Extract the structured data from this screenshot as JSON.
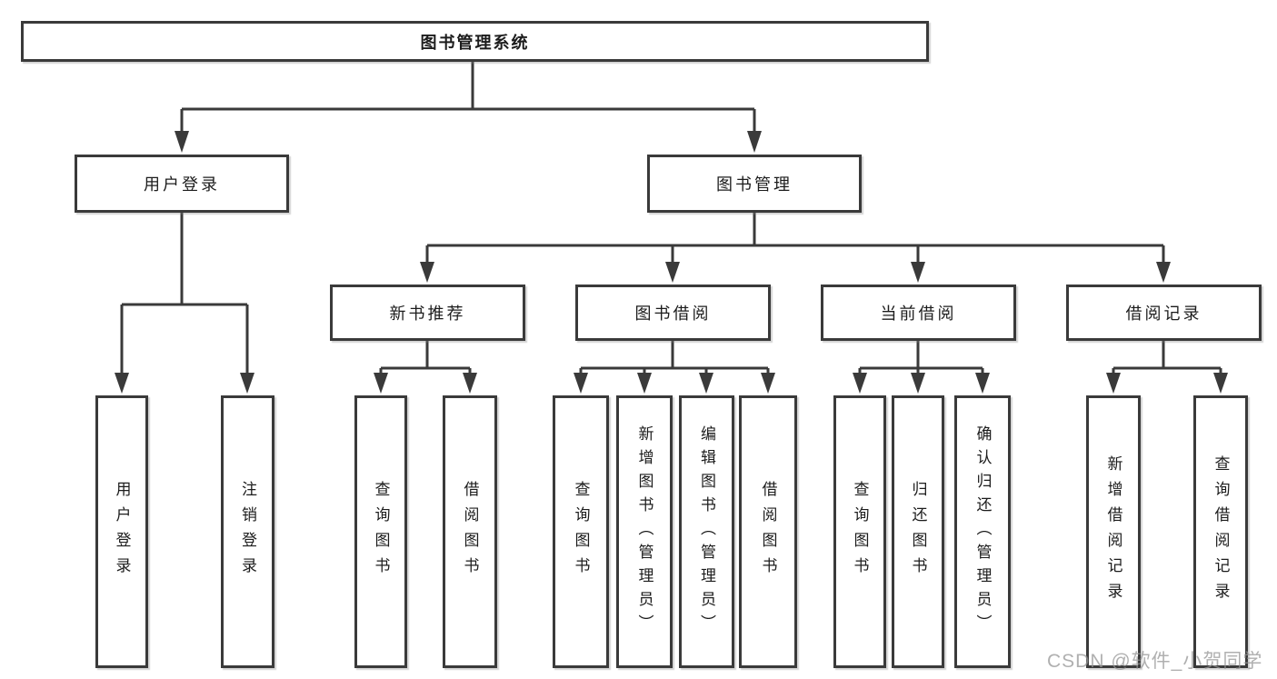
{
  "diagram": {
    "root": "图书管理系统",
    "branches": [
      {
        "label": "用户登录",
        "children": [
          "用户登录",
          "注销登录"
        ]
      },
      {
        "label": "图书管理",
        "sections": [
          {
            "label": "新书推荐",
            "children": [
              "查询图书",
              "借阅图书"
            ]
          },
          {
            "label": "图书借阅",
            "children": [
              "查询图书",
              "新增图书（管理员）",
              "编辑图书（管理员）",
              "借阅图书"
            ]
          },
          {
            "label": "当前借阅",
            "children": [
              "查询图书",
              "归还图书",
              "确认归还（管理员）"
            ]
          },
          {
            "label": "借阅记录",
            "children": [
              "新增借阅记录",
              "查询借阅记录"
            ]
          }
        ]
      }
    ]
  },
  "watermark": "CSDN @软件_小贺同学",
  "colors": {
    "line": "#3a3a3a",
    "text": "#1c1c1c",
    "background": "#ffffff",
    "watermark": "#969696"
  }
}
